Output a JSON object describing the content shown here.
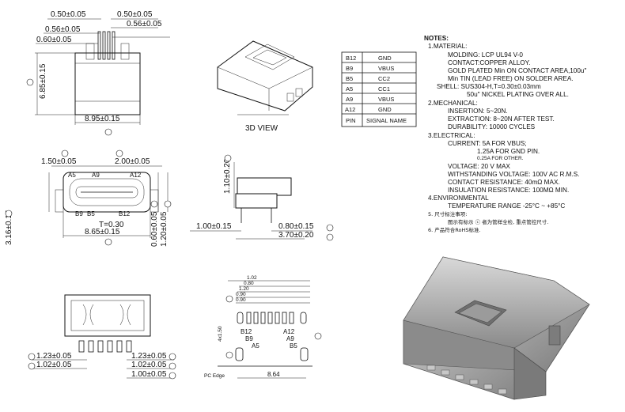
{
  "top_view": {
    "dims": [
      "0.50±0.05",
      "0.50±0.05",
      "0.56±0.05",
      "0.56±0.05",
      "0.60±0.05",
      "6.85±0.15",
      "8.95±0.15"
    ]
  },
  "iso_view": {
    "label": "3D VIEW"
  },
  "pin_table": {
    "rows": [
      {
        "pin": "B12",
        "signal": "GND"
      },
      {
        "pin": "B9",
        "signal": "VBUS"
      },
      {
        "pin": "B5",
        "signal": "CC2"
      },
      {
        "pin": "A5",
        "signal": "CC1"
      },
      {
        "pin": "A9",
        "signal": "VBUS"
      },
      {
        "pin": "A12",
        "signal": "GND"
      }
    ],
    "header": {
      "pin": "PIN",
      "signal": "SIGNAL NAME"
    }
  },
  "notes": {
    "title": "NOTES:",
    "lines": [
      "1.MATERIAL:",
      "MOLDING: LCP UL94 V-0",
      "CONTACT:COPPER ALLOY.",
      "GOLD PLATED Min ON CONTACT AREA,100u\"",
      "Min TIN (LEAD FREE) ON SOLDER AREA.",
      "SHELL: SUS304-H,T=0.30±0.03mm",
      "50u\" NICKEL PLATING OVER ALL.",
      "2.MECHANICAL:",
      "INSERTION: 5~20N.",
      "EXTRACTION: 8~20N AFTER TEST.",
      "DURABILITY: 10000 CYCLES",
      "3.ELECTRICAL:",
      "CURRENT: 5A FOR VBUS;",
      "1.25A FOR GND PIN.",
      "0.25A FOR OTHER.",
      "VOLTAGE: 20 V MAX",
      "WITHSTANDING VOLTAGE: 100V AC R.M.S.",
      "CONTACT RESISTANCE: 40mΩ MAX.",
      "INSULATION RESISTANCE: 100MΩ MIN.",
      "4.ENVIRONMENTAL",
      "TEMPERATURE RANGE -25°C ~ +85°C",
      "5. 尺寸标注事项:",
      "图示有标示 ⓒ 者为管样全检, 重点管控尺寸.",
      "6. 产品符合RoHS标准."
    ]
  },
  "front_view": {
    "dims": [
      "1.50±0.05",
      "2.00±0.05",
      "T=0.30",
      "8.65±0.15",
      "3.16±0.15",
      "0.60±0.05",
      "1.20±0.05"
    ],
    "pins": [
      "A5",
      "A9",
      "A12",
      "B5",
      "B9",
      "B12"
    ]
  },
  "side_view": {
    "dims": [
      "1.10±0.20",
      "1.00±0.15",
      "0.80±0.15",
      "3.70±0.20"
    ]
  },
  "bottom_view": {
    "dims": [
      "1.23±0.05",
      "1.02±0.05",
      "1.23±0.05",
      "1.02±0.05",
      "1.00±0.05"
    ]
  },
  "footprint": {
    "dims": [
      "1.02",
      "0.80",
      "1.20",
      "0.90",
      "0.90",
      "4x1.50",
      "8.64"
    ],
    "pins": [
      "B12",
      "B9",
      "A5",
      "A12",
      "A9",
      "B5"
    ],
    "pc_edge": "PC Edge"
  }
}
